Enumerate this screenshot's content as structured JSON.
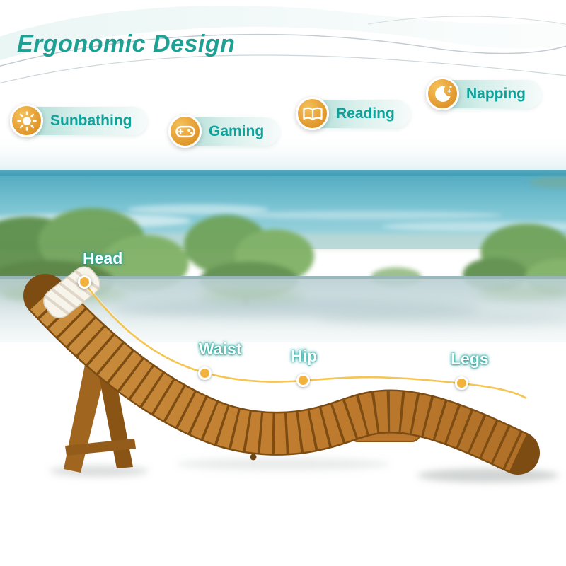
{
  "title": "Ergonomic Design",
  "features": [
    {
      "label": "Sunbathing",
      "icon": "sun-icon"
    },
    {
      "label": "Gaming",
      "icon": "gamepad-icon"
    },
    {
      "label": "Reading",
      "icon": "book-icon"
    },
    {
      "label": "Napping",
      "icon": "moon-icon"
    }
  ],
  "ergonomic_points": [
    {
      "label": "Head"
    },
    {
      "label": "Waist"
    },
    {
      "label": "Hip"
    },
    {
      "label": "Legs"
    }
  ],
  "colors": {
    "accent_teal": "#16a49c",
    "badge_gold": "#e39a2e",
    "wood_brown": "#bf7c2f",
    "guide_line_gold": "#f4c148"
  }
}
